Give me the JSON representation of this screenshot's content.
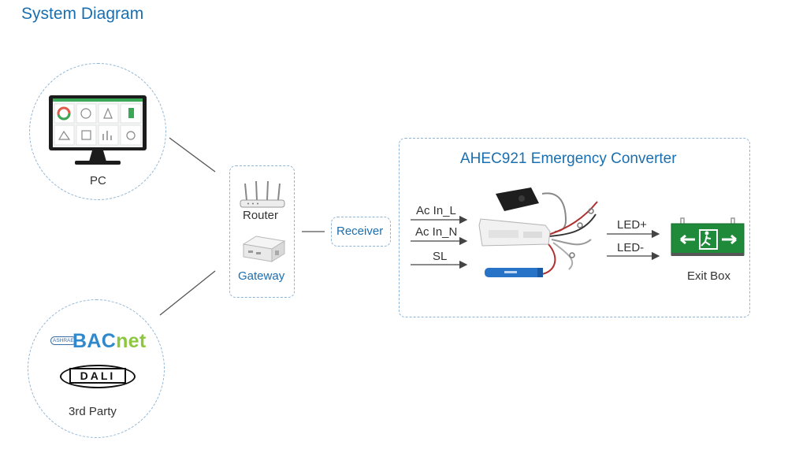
{
  "title": "System Diagram",
  "nodes": {
    "pc": {
      "label": "PC"
    },
    "third_party": {
      "label": "3rd Party",
      "bacnet_logo": "BACnet",
      "ashrae_badge": "ASHRAE",
      "dali_logo": "DALI"
    },
    "router": {
      "label": "Router"
    },
    "gateway": {
      "label": "Gateway"
    },
    "receiver": {
      "label": "Receiver"
    },
    "converter": {
      "title": "AHEC921 Emergency Converter"
    },
    "exit_box": {
      "label": "Exit Box"
    }
  },
  "inputs": [
    {
      "label": "Ac In_L"
    },
    {
      "label": "Ac In_N"
    },
    {
      "label": "SL"
    }
  ],
  "outputs": [
    {
      "label": "LED+"
    },
    {
      "label": "LED-"
    }
  ],
  "colors": {
    "accent": "#1a6fb0",
    "dashed_border": "#8fb4d6",
    "exit_sign": "#1f8a3a"
  }
}
